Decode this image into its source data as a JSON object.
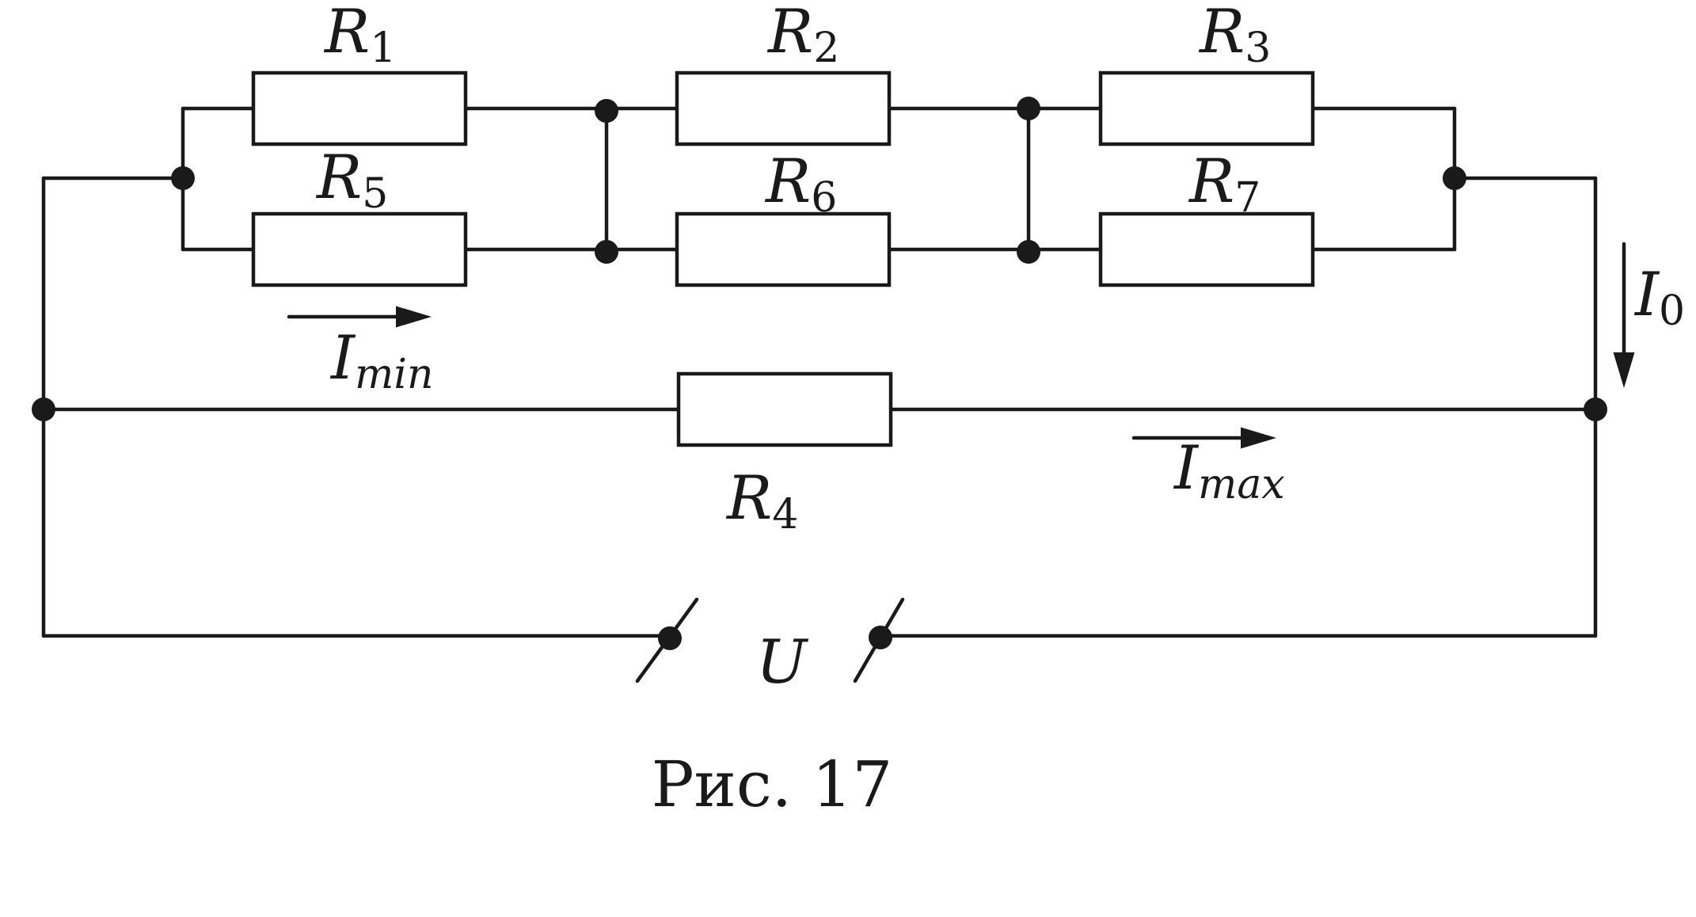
{
  "resistors": {
    "r1": {
      "letter": "R",
      "index": "1"
    },
    "r2": {
      "letter": "R",
      "index": "2"
    },
    "r3": {
      "letter": "R",
      "index": "3"
    },
    "r4": {
      "letter": "R",
      "index": "4"
    },
    "r5": {
      "letter": "R",
      "index": "5"
    },
    "r6": {
      "letter": "R",
      "index": "6"
    },
    "r7": {
      "letter": "R",
      "index": "7"
    }
  },
  "currents": {
    "i_min": {
      "letter": "I",
      "sub": "min"
    },
    "i_max": {
      "letter": "I",
      "sub": "max"
    },
    "i_0": {
      "letter": "I",
      "sub": "0"
    }
  },
  "source": {
    "label": "U"
  },
  "caption": "Рис. 17"
}
